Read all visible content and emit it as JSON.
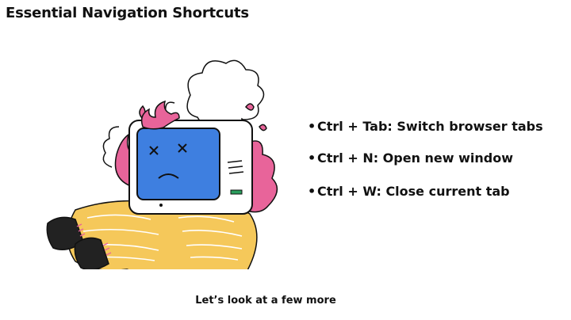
{
  "slide": {
    "title": "Essential Navigation Shortcuts",
    "bullets": [
      {
        "text": "Ctrl + Tab: Switch browser tabs"
      },
      {
        "text": "Ctrl + N: Open new window"
      },
      {
        "text": "Ctrl + W: Close current tab"
      }
    ],
    "caption": "Let’s look at a few more",
    "bullet_glyph": "•"
  },
  "illustration": {
    "subject": "broken-computer-character-icon",
    "colors": {
      "screen": "#3e7fe0",
      "flames": "#e8649a",
      "pants": "#f5c85a",
      "shoes": "#222222",
      "body": "#ffffff",
      "outline": "#111111",
      "indicator": "#2a9d5c"
    }
  }
}
